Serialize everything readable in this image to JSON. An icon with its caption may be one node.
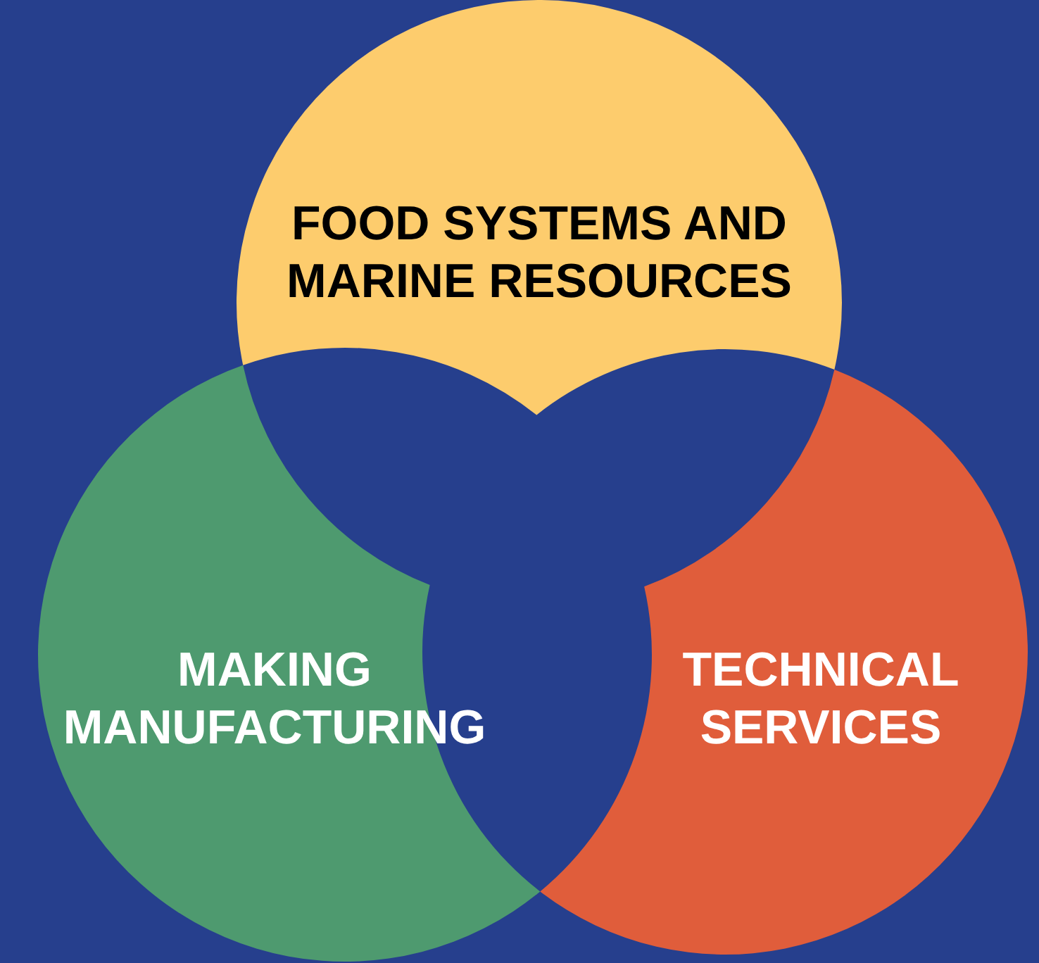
{
  "diagram": {
    "nodes": [
      {
        "text": [
          "FOOD SYSTEMS AND MARINE RESOURCES"
        ]
      },
      {
        "text": [
          "MAKING MANUFACTURING"
        ]
      },
      {
        "text": [
          "TECHNICAL SERVICES"
        ]
      }
    ]
  }
}
